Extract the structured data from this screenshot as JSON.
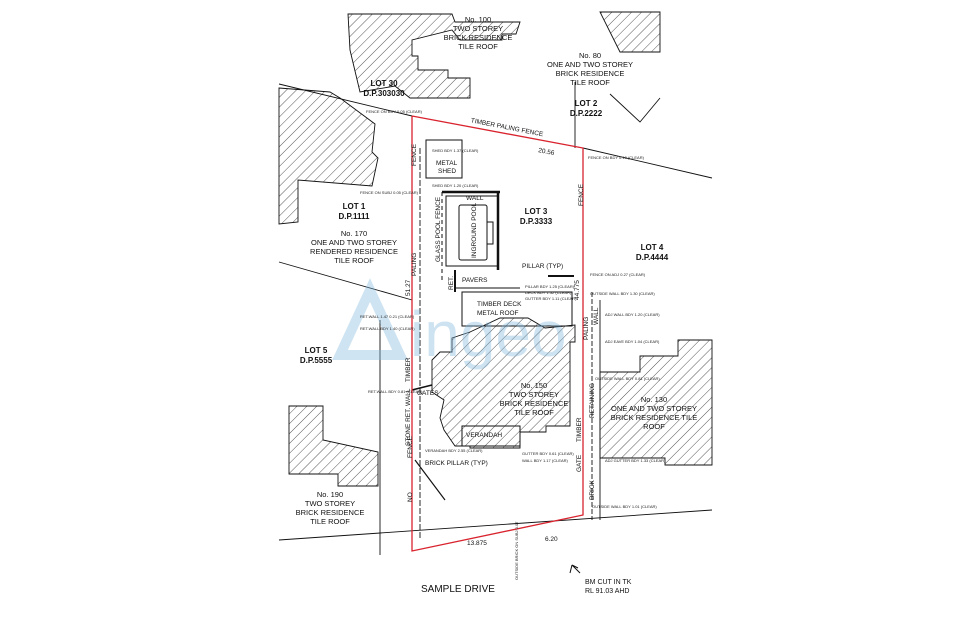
{
  "lots": {
    "lot30": {
      "name": "LOT 30",
      "dp": "D.P.303030"
    },
    "lot2": {
      "name": "LOT 2",
      "dp": "D.P.2222"
    },
    "lot1": {
      "name": "LOT 1",
      "dp": "D.P.1111"
    },
    "lot3": {
      "name": "LOT 3",
      "dp": "D.P.3333"
    },
    "lot4": {
      "name": "LOT 4",
      "dp": "D.P.4444"
    },
    "lot5": {
      "name": "LOT 5",
      "dp": "D.P.5555"
    }
  },
  "residences": {
    "no100": [
      "No. 100",
      "TWO STOREY",
      "BRICK RESIDENCE",
      "TILE ROOF"
    ],
    "no80": [
      "No. 80",
      "ONE AND TWO STOREY",
      "BRICK RESIDENCE",
      "TILE ROOF"
    ],
    "no170": [
      "No. 170",
      "ONE AND TWO STOREY",
      "RENDERED RESIDENCE",
      "TILE ROOF"
    ],
    "no150": [
      "No. 150",
      "TWO STOREY",
      "BRICK RESIDENCE",
      "TILE ROOF"
    ],
    "no130": [
      "No. 130",
      "ONE AND TWO STOREY",
      "BRICK  RESIDENCE TILE",
      "ROOF"
    ],
    "no190": [
      "No. 190",
      "TWO STOREY",
      "BRICK RESIDENCE",
      "TILE ROOF"
    ]
  },
  "features": {
    "timber_paling_fence": "TIMBER PALING FENCE",
    "dim_top": "20.56",
    "metal_shed": [
      "METAL",
      "SHED"
    ],
    "wall": "WALL",
    "glass_pool_fence": "GLASS POOL FENCE",
    "inground_pool": "INGROUND POOL",
    "ret": "RET.",
    "pavers": "PAVERS",
    "pillar_typ": "PILLAR (TYP)",
    "timber_deck": [
      "TIMBER DECK",
      "METAL ROOF"
    ],
    "verandah": "VERANDAH",
    "brick_pillar_typ": "BRICK PILLAR (TYP)",
    "gates": "GATES",
    "gate": "GATE",
    "stone_ret_wall": "STONE RET. WALL",
    "fence_left_top": "FENCE",
    "paling_left": "PALING",
    "timber_left": "TIMBER",
    "fence_left_low": "FENCE",
    "no_left": "NO",
    "dim_left": "51.27",
    "fence_right": "FENCE",
    "dim_right": "44.775",
    "paling_right": "PALING",
    "wall_right": "WALL",
    "retaining": "RETAINING",
    "timber_right": "TIMBER",
    "brick_right": "BRICK",
    "dim_bottom_left": "13.875",
    "dim_bottom_right": "6.20",
    "street": "SAMPLE DRIVE",
    "bm": [
      "BM CUT IN TK",
      "RL 91.03 AHD"
    ],
    "watermark": "ingeo"
  },
  "notes": {
    "n1": "FENCE ON BDY 0.05 (CLEAR)",
    "n2": "SHED BDY 1.37 (CLEAR)",
    "n3": "FENCE ON BDY 0.10 (CLEAR)",
    "n4": "SHED BDY 1.20 (CLEAR)",
    "n5": "FENCE ON SUBJ 0.05 (CLEAR)",
    "n6": "FENCE ON ADJ 0.27 (CLEAR)",
    "n7": "OUTSIDE WALL BDY 1.30 (CLEAR)",
    "n8": "PILLAR BDY 1.25 (CLEAR)",
    "n9": "DECK BDY 1.32 (CLEAR)",
    "n10": "GUTTER BDY 1.11 (CLEAR)",
    "n11": "ADJ WALL BDY 1.20 (CLEAR)",
    "n12": "RET.WALL 1.47 0.21 (CLEAR)",
    "n13": "RET.WALL BDY 1.40 (CLEAR)",
    "n14": "ADJ EAVE BDY 1.04 (CLEAR)",
    "n15": "RET.WALL BDY 0.81 (CLEAR)",
    "n16": "VERANDAH BDY 2.55 (CLEAR)",
    "n17": "GUTTER BDY 0.61 (CLEAR)",
    "n18": "WALL BDY 1.17 (CLEAR)",
    "n19": "ADJ GUTTER BDY 1.33 (CLEAR)",
    "n20": "OUTSIDE WALL BDY 0.81 (CLEAR)",
    "n21": "OUTSIDE WALL BDY 1.01 (CLEAR)",
    "n22": "OUTSIDE BRICK ON SUBJ 0.07"
  },
  "colors": {
    "boundary": "#d9232e",
    "line": "#111111",
    "hatch": "#444444",
    "watermark": "#7fb7dc"
  }
}
